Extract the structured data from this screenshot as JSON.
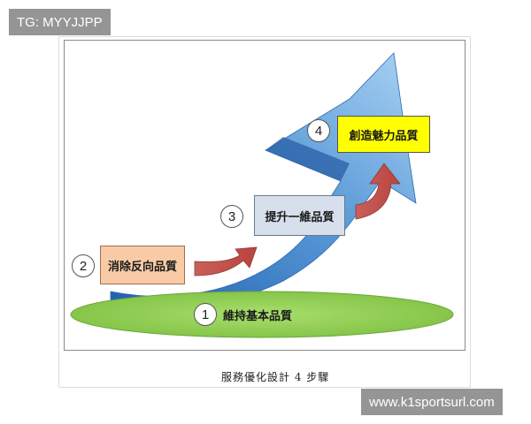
{
  "watermark_top": "TG: MYYJJPP",
  "watermark_bottom": "www.k1sportsurl.com",
  "caption": "服務優化設計 4 步驟",
  "steps": [
    {
      "num": "1",
      "label": "維持基本品質"
    },
    {
      "num": "2",
      "label": "消除反向品質"
    },
    {
      "num": "3",
      "label": "提升一維品質"
    },
    {
      "num": "4",
      "label": "創造魅力品質"
    }
  ],
  "colors": {
    "ground": "#8fd14f",
    "step2_box": "#f8cba6",
    "step3_box": "#d6dfeb",
    "step4_box": "#ffff00",
    "arrow_blue": "#3a7cc8",
    "small_arrow": "#c0504d"
  }
}
